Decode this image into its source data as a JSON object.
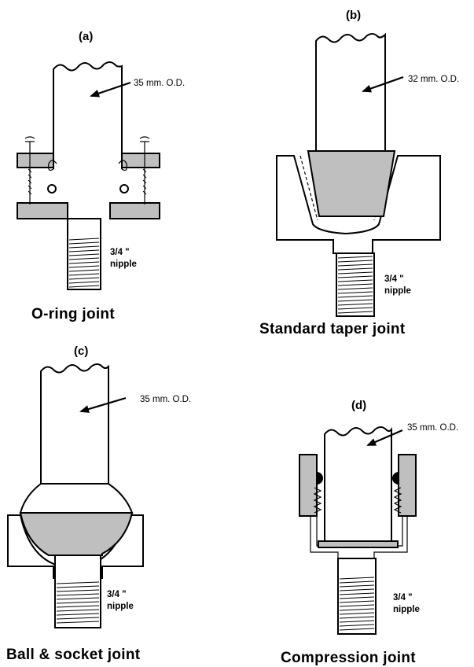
{
  "panels": [
    {
      "id": "a",
      "letter": "(a)",
      "od_label": "35 mm. O.D.",
      "nipple_line1": "3/4 \"",
      "nipple_line2": "nipple",
      "caption": "O-ring joint"
    },
    {
      "id": "b",
      "letter": "(b)",
      "od_label": "32 mm. O.D.",
      "nipple_line1": "3/4 \"",
      "nipple_line2": "nipple",
      "caption": "Standard taper joint"
    },
    {
      "id": "c",
      "letter": "(c)",
      "od_label": "35 mm. O.D.",
      "nipple_line1": "3/4 \"",
      "nipple_line2": "nipple",
      "caption": "Ball & socket joint"
    },
    {
      "id": "d",
      "letter": "(d)",
      "od_label": "35 mm. O.D.",
      "nipple_line1": "3/4 \"",
      "nipple_line2": "nipple",
      "caption": "Compression joint"
    }
  ],
  "colors": {
    "fill_gray": "#bfbfbf",
    "line": "#000000",
    "background": "#ffffff"
  }
}
